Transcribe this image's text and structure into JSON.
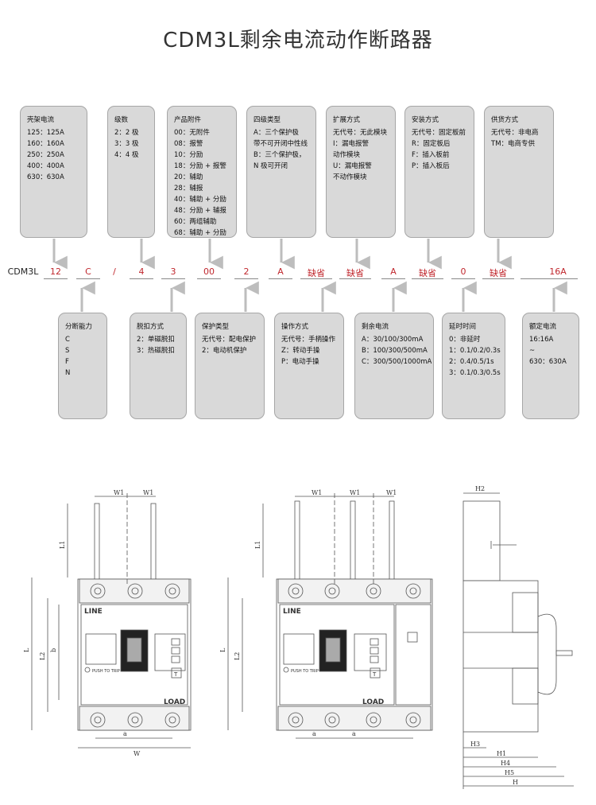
{
  "title": "CDM3L剩余电流动作断路器",
  "code_row": [
    "CDM3L",
    "12",
    "C",
    "/",
    "4",
    "3",
    "00",
    "2",
    "A",
    "缺省",
    "缺省",
    "A",
    "缺省",
    "0",
    "缺省",
    "16A"
  ],
  "top_boxes": [
    {
      "title": "壳架电流",
      "lines": [
        "125：125A",
        "160：160A",
        "250：250A",
        "400：400A",
        "630：630A"
      ]
    },
    {
      "title": "级数",
      "lines": [
        "2：2 极",
        "3：3 极",
        "4：4 极"
      ]
    },
    {
      "title": "产品附件",
      "lines": [
        "00：无附件",
        "08：报警",
        "10：分励",
        "18：分励 + 报警",
        "20：辅助",
        "28：辅报",
        "40：辅助 + 分励",
        "48：分励 + 辅报",
        "60：两组辅助",
        "68：辅助 + 分励"
      ]
    },
    {
      "title": "四级类型",
      "lines": [
        "A：三个保护极",
        "带不可开闭中性线",
        "B：三个保护极，",
        "N 极可开闭"
      ]
    },
    {
      "title": "扩展方式",
      "lines": [
        "无代号：无此模块",
        "I：漏电报警",
        "动作模块",
        "U：漏电报警",
        "不动作模块"
      ]
    },
    {
      "title": "安装方式",
      "lines": [
        "无代号：固定板前",
        "R：固定板后",
        "F：插入板前",
        "P：插入板后"
      ]
    },
    {
      "title": "供货方式",
      "lines": [
        "无代号：非电商",
        "TM：电商专供"
      ]
    }
  ],
  "bottom_boxes": [
    {
      "title": "分断能力",
      "lines": [
        "C",
        "S",
        "F",
        "N"
      ]
    },
    {
      "title": "脱扣方式",
      "lines": [
        "2：单磁脱扣",
        "3：热磁脱扣"
      ]
    },
    {
      "title": "保护类型",
      "lines": [
        "无代号：配电保护",
        "2：电动机保护"
      ]
    },
    {
      "title": "操作方式",
      "lines": [
        "无代号：手柄操作",
        "Z：转动手操",
        "P：电动手操"
      ]
    },
    {
      "title": "剩余电流",
      "lines": [
        "A：30/100/300mA",
        "B：100/300/500mA",
        "C：300/500/1000mA"
      ]
    },
    {
      "title": "延时时间",
      "lines": [
        "0：非延时",
        "1：0.1/0.2/0.3s",
        "2：0.4/0.5/1s",
        "3：0.1/0.3/0.5s"
      ]
    },
    {
      "title": "额定电流",
      "lines": [
        "16:16A",
        "~",
        "630：630A"
      ]
    }
  ],
  "drawing_labels": {
    "w1": "W1",
    "l1": "L1",
    "l2": "L2",
    "l": "L",
    "b": "b",
    "a": "a",
    "w": "W",
    "h1": "H1",
    "h2": "H2",
    "h3": "H3",
    "h4": "H4",
    "h5": "H5",
    "h": "H",
    "line": "LINE",
    "load": "LOAD",
    "push": "PUSH TO TRIP",
    "t": "T"
  }
}
